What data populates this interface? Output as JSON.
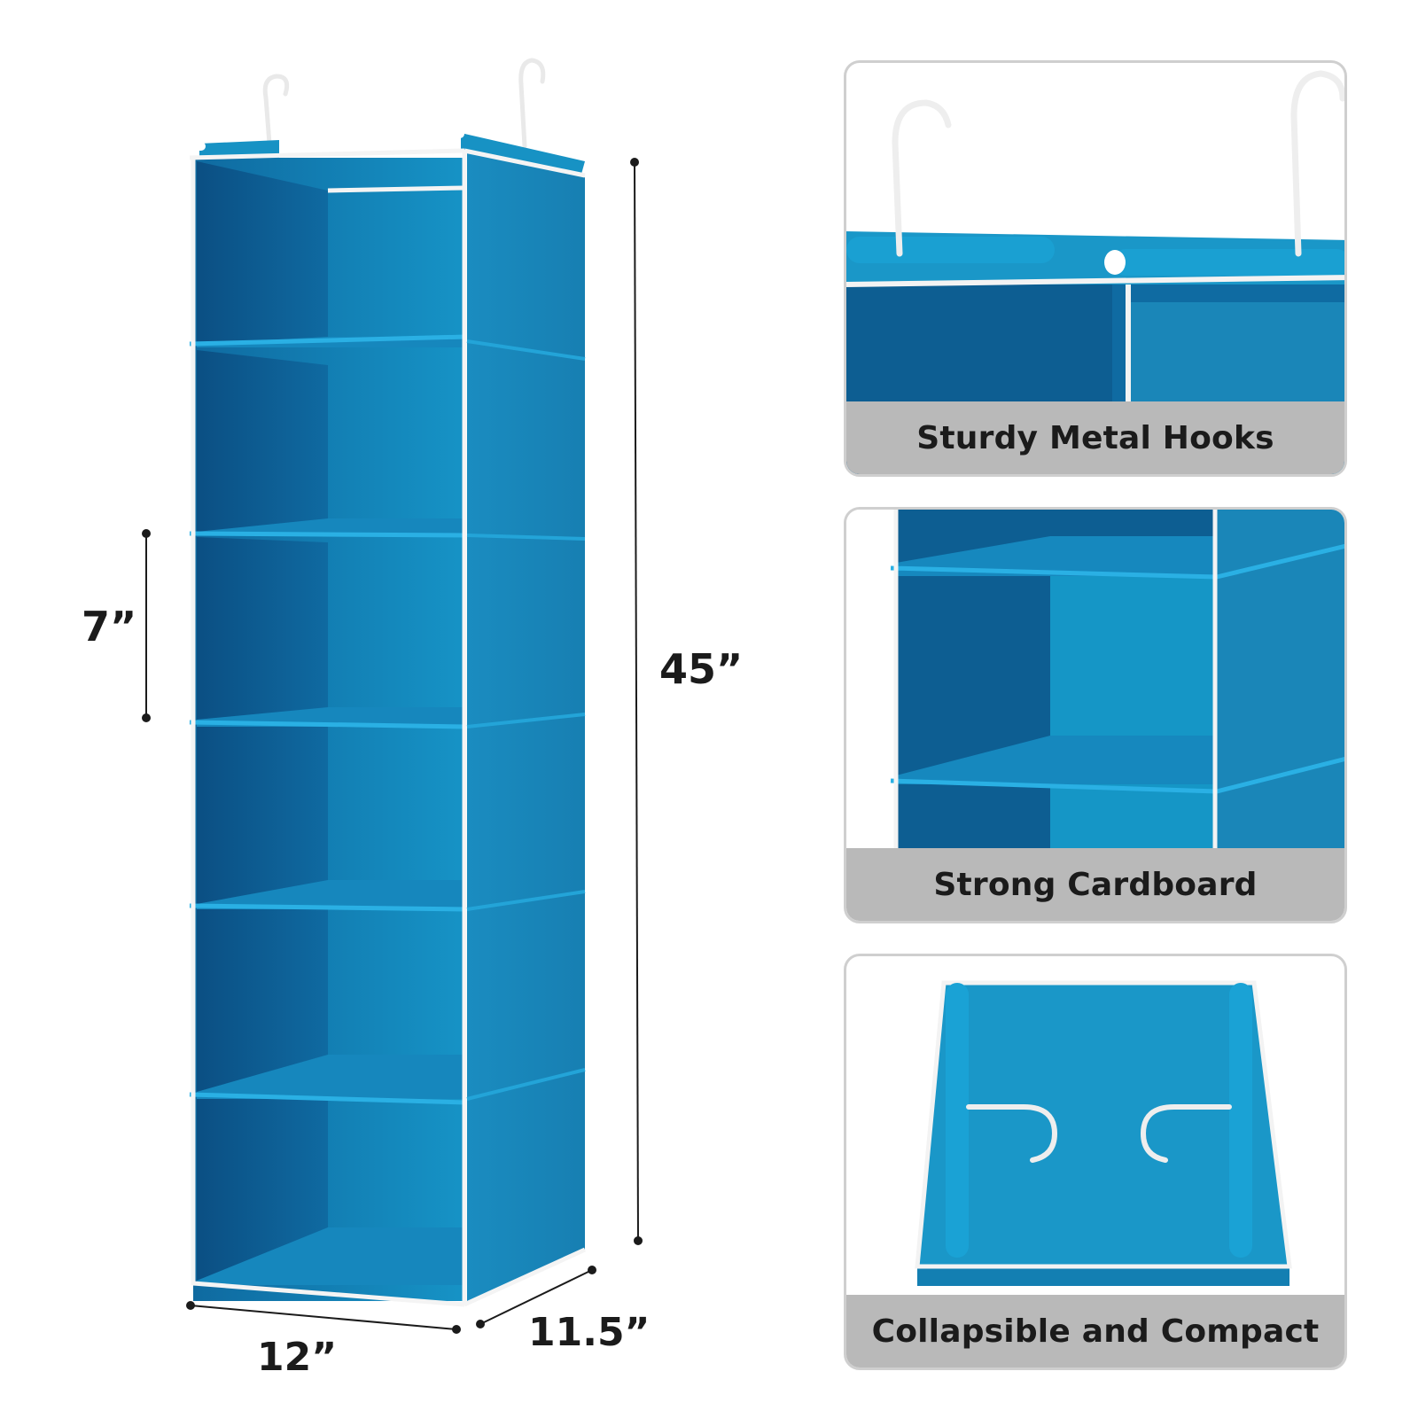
{
  "dimensions": {
    "height_total": "45”",
    "shelf_height": "7”",
    "width": "12”",
    "depth": "11.5”"
  },
  "features": [
    {
      "label": "Sturdy Metal Hooks",
      "icon": "hook-closeup"
    },
    {
      "label": "Strong Cardboard",
      "icon": "shelf-closeup"
    },
    {
      "label": "Collapsible and Compact",
      "icon": "folded-organizer"
    }
  ],
  "colors": {
    "fabric_blue": "#1a86b8",
    "fabric_inner": "#1596c6",
    "fabric_dark": "#0d5e8e",
    "trim_white": "#f2f2f2",
    "caption_bar": "#b9b9b9"
  }
}
